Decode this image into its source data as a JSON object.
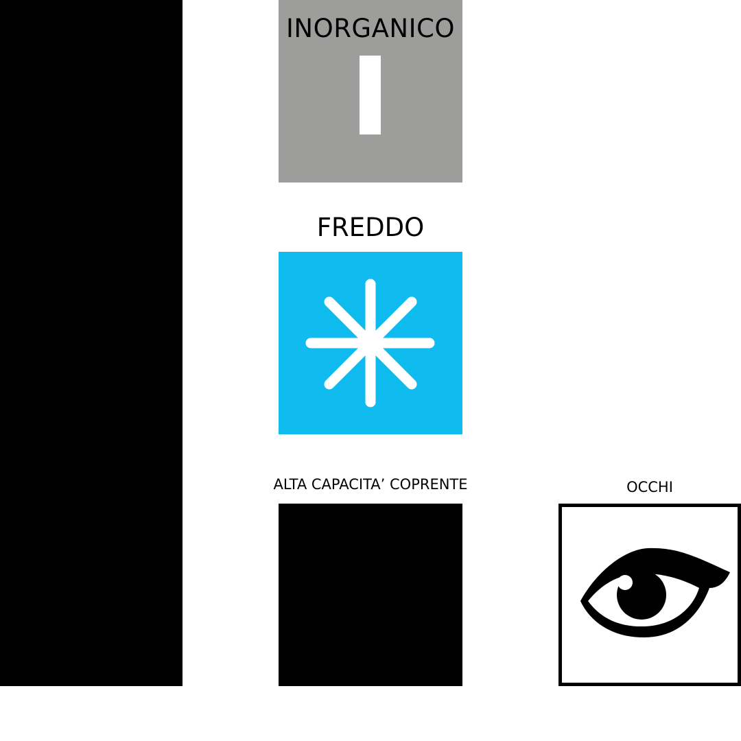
{
  "colors": {
    "background": "#ffffff",
    "left_bar": "#000000",
    "inorganic_tile": "#9d9d9c",
    "cold_tile": "#0fbbef",
    "coverage_tile": "#000000",
    "eyes_tile_border": "#000000"
  },
  "tiles": [
    {
      "id": "inorganico",
      "label": "INORGANICO",
      "icon": "bar-icon"
    },
    {
      "id": "freddo",
      "label": "FREDDO",
      "icon": "snowflake-icon"
    },
    {
      "id": "coprente",
      "label": "ALTA CAPACITA’ COPRENTE",
      "icon": "solid-black-square"
    },
    {
      "id": "occhi",
      "label": "OCCHI",
      "icon": "eye-icon"
    }
  ]
}
